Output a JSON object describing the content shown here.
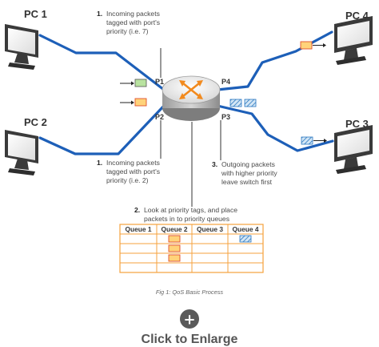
{
  "pcs": [
    {
      "label": "PC 1"
    },
    {
      "label": "PC 2"
    },
    {
      "label": "PC 4"
    },
    {
      "label": "PC 3"
    }
  ],
  "ports": {
    "p1": "P1",
    "p2": "P2",
    "p3": "P3",
    "p4": "P4"
  },
  "notes": {
    "n1_top": {
      "num": "1.",
      "lines": [
        "Incoming packets",
        "tagged with port's",
        "priority (i.e. 7)"
      ]
    },
    "n1_bottom": {
      "num": "1.",
      "lines": [
        "Incoming packets",
        "tagged with port's",
        "priority (i.e. 2)"
      ]
    },
    "n2": {
      "num": "2.",
      "lines": [
        "Look at priority tags, and place",
        "packets in to priority queues"
      ]
    },
    "n3": {
      "num": "3.",
      "lines": [
        "Outgoing packets",
        "with higher priority",
        "leave switch first"
      ]
    }
  },
  "queues": {
    "headers": [
      "Queue 1",
      "Queue 2",
      "Queue 3",
      "Queue 4"
    ]
  },
  "caption": "Fig 1: QoS Basic Process",
  "enlarge": {
    "label": "Click to Enlarge",
    "icon": "plus-circle-icon"
  },
  "colors": {
    "link": "#1d5fb8",
    "switch_body": "#c9c9c9",
    "switch_top": "#f0f0f0",
    "arrows": "#f28a1e",
    "queue_border": "#f5a23c",
    "packet_orange": "#ffd37a",
    "packet_green": "#b9e3a0",
    "packet_blue": "#a8cbe8"
  }
}
